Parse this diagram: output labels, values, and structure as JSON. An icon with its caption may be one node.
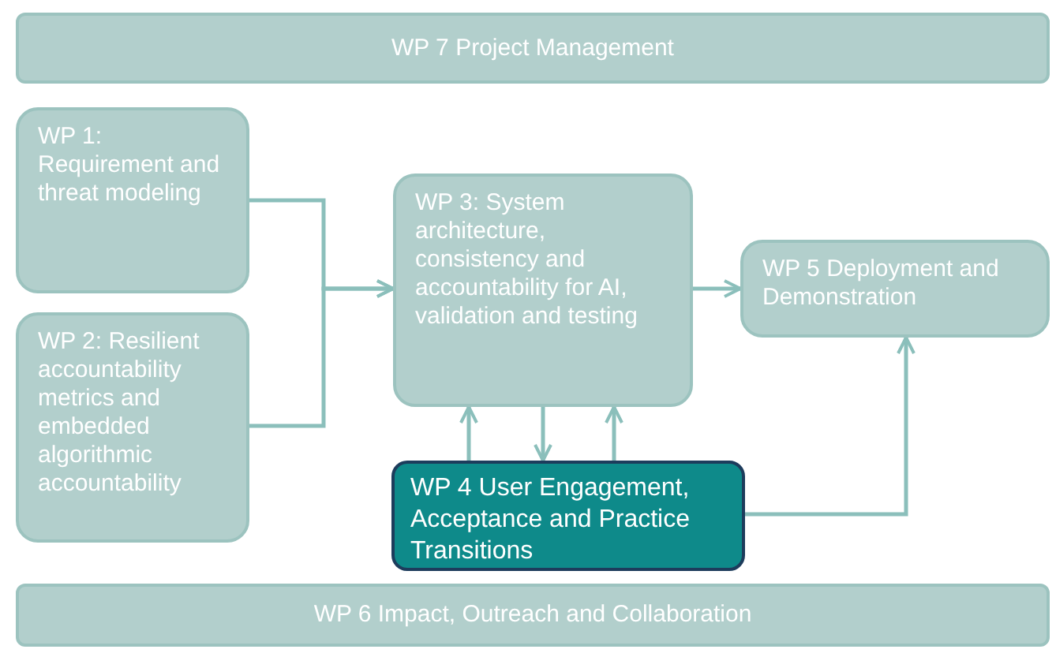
{
  "diagram": {
    "nodes": [
      {
        "text": [
          "WP 7 Project Management"
        ]
      },
      {
        "text": [
          "WP 1: Requirement and threat modeling"
        ]
      },
      {
        "text": [
          "WP 2: Resilient accountability metrics and embedded algorithmic accountability"
        ]
      },
      {
        "text": [
          "WP 3: System architecture, consistency and accountability for AI, validation and testing"
        ]
      },
      {
        "text": [
          "WP 5 Deployment and Demonstration"
        ]
      },
      {
        "text": [
          "WP 4 User Engagement, Acceptance and Practice Transitions"
        ]
      },
      {
        "text": [
          "WP 6 Impact, Outreach and Collaboration"
        ]
      }
    ],
    "edges": [
      {
        "from": 1,
        "to": 3,
        "arrow": "to"
      },
      {
        "from": 2,
        "to": 3,
        "arrow": "to"
      },
      {
        "from": 3,
        "to": 4,
        "arrow": "to"
      },
      {
        "from": 5,
        "to": 3,
        "arrow": "to"
      },
      {
        "from": 3,
        "to": 5,
        "arrow": "to"
      },
      {
        "from": 5,
        "to": 3,
        "arrow": "to"
      },
      {
        "from": 5,
        "to": 4,
        "arrow": "to"
      }
    ]
  }
}
